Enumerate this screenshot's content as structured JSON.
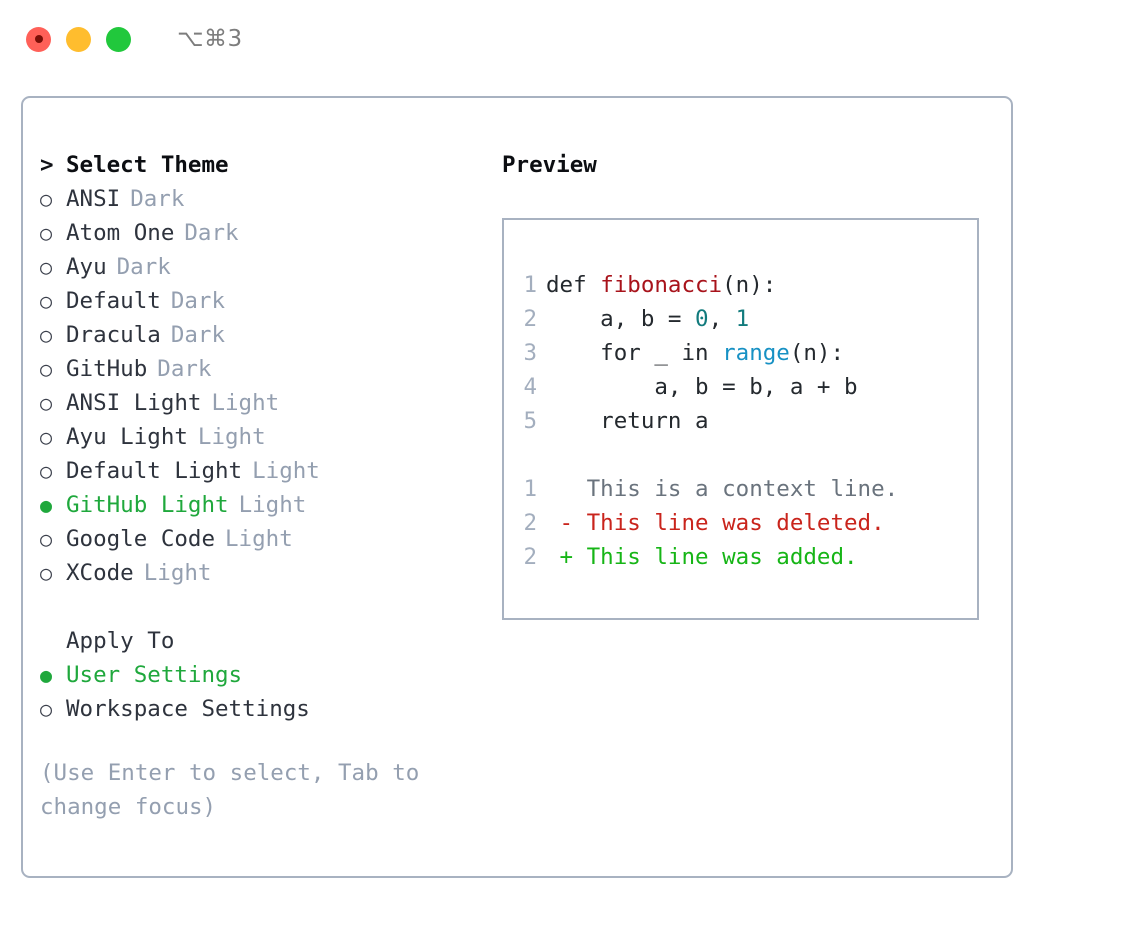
{
  "window": {
    "title": "⌥⌘3",
    "traffic_lights": [
      {
        "name": "close-button",
        "color": "#ff6058"
      },
      {
        "name": "minimize-button",
        "color": "#ffbd2e"
      },
      {
        "name": "maximize-button",
        "color": "#21c83c"
      }
    ],
    "border_color": "#a8b2c1"
  },
  "colors": {
    "accent_green": "#1fa83c",
    "muted": "#949fb0",
    "text": "#2e333d",
    "heading": "#0c0e12",
    "lineno": "#a3aebe",
    "diff_add": "#16b516",
    "diff_del": "#c9241c",
    "diff_context": "#6a737d",
    "syntax_function": "#a8131b",
    "syntax_number": "#127b7d",
    "syntax_call": "#1791c4"
  },
  "theme_list": {
    "heading": {
      "marker": ">",
      "label": "Select Theme"
    },
    "items": [
      {
        "marker": "○",
        "label": "ANSI",
        "suffix": "Dark",
        "selected": false
      },
      {
        "marker": "○",
        "label": "Atom One",
        "suffix": "Dark",
        "selected": false
      },
      {
        "marker": "○",
        "label": "Ayu",
        "suffix": "Dark",
        "selected": false
      },
      {
        "marker": "○",
        "label": "Default",
        "suffix": "Dark",
        "selected": false
      },
      {
        "marker": "○",
        "label": "Dracula",
        "suffix": "Dark",
        "selected": false
      },
      {
        "marker": "○",
        "label": "GitHub",
        "suffix": "Dark",
        "selected": false
      },
      {
        "marker": "○",
        "label": "ANSI Light",
        "suffix": "Light",
        "selected": false
      },
      {
        "marker": "○",
        "label": "Ayu Light",
        "suffix": "Light",
        "selected": false
      },
      {
        "marker": "○",
        "label": "Default Light",
        "suffix": "Light",
        "selected": false
      },
      {
        "marker": "●",
        "label": "GitHub Light",
        "suffix": "Light",
        "selected": true
      },
      {
        "marker": "○",
        "label": "Google Code",
        "suffix": "Light",
        "selected": false
      },
      {
        "marker": "○",
        "label": "XCode",
        "suffix": "Light",
        "selected": false
      }
    ]
  },
  "apply_to": {
    "heading": "Apply To",
    "items": [
      {
        "marker": "●",
        "label": "User Settings",
        "selected": true
      },
      {
        "marker": "○",
        "label": "Workspace Settings",
        "selected": false
      }
    ]
  },
  "hint": "(Use Enter to select, Tab to change focus)",
  "preview": {
    "heading": "Preview",
    "code_lines": [
      {
        "no": "1",
        "segments": [
          {
            "t": "def ",
            "c": "tok-def"
          },
          {
            "t": "fibonacci",
            "c": "tok-fn"
          },
          {
            "t": "(n):",
            "c": "tok-punct"
          }
        ]
      },
      {
        "no": "2",
        "segments": [
          {
            "t": "    a, b = ",
            "c": "tok-def"
          },
          {
            "t": "0",
            "c": "tok-num"
          },
          {
            "t": ", ",
            "c": "tok-punct"
          },
          {
            "t": "1",
            "c": "tok-num"
          }
        ]
      },
      {
        "no": "3",
        "segments": [
          {
            "t": "    for _ in ",
            "c": "tok-def"
          },
          {
            "t": "range",
            "c": "tok-call"
          },
          {
            "t": "(n):",
            "c": "tok-punct"
          }
        ]
      },
      {
        "no": "4",
        "segments": [
          {
            "t": "        a, b = b, a + b",
            "c": "tok-def"
          }
        ]
      },
      {
        "no": "5",
        "segments": [
          {
            "t": "    return a",
            "c": "tok-def"
          }
        ]
      }
    ],
    "diff_lines": [
      {
        "no": "1",
        "text": "   This is a context line.",
        "kind": "diff-context"
      },
      {
        "no": "2",
        "text": " - This line was deleted.",
        "kind": "diff-del"
      },
      {
        "no": "2",
        "text": " + This line was added.",
        "kind": "diff-add"
      }
    ]
  }
}
